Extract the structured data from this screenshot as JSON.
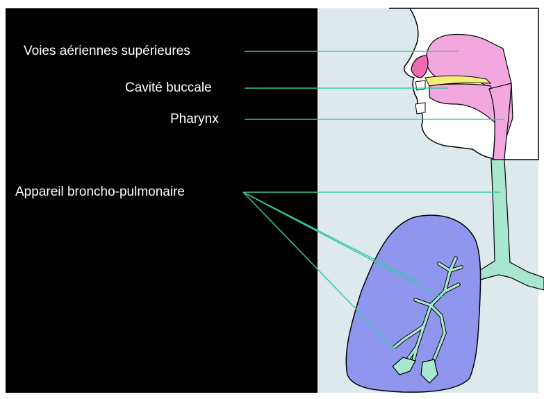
{
  "diagram": {
    "labels": {
      "upper_airways": "Voies aériennes supérieures",
      "oral_cavity": "Cavité buccale",
      "pharynx": "Pharynx",
      "broncho_pulmonary": "Appareil broncho-pulmonaire"
    },
    "colors": {
      "background_left": "#000000",
      "panel": "#dde9ec",
      "pink": "#f2a7df",
      "magenta": "#f06bb1",
      "yellow": "#f7ec7a",
      "green": "#a8e6cf",
      "lung": "#8f96ee",
      "leader_line": "#39c9a3"
    }
  }
}
